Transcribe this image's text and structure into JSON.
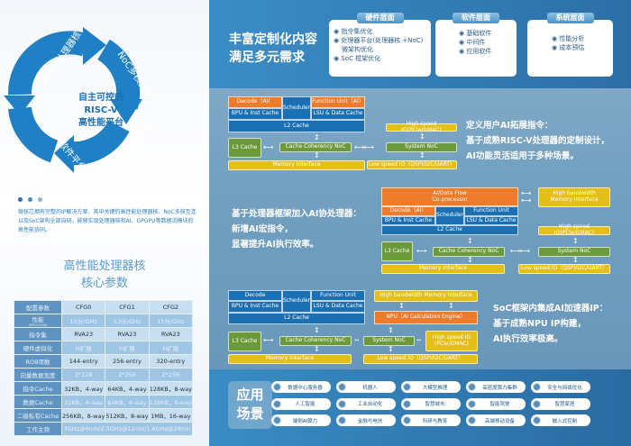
{
  "left": {
    "cycle": {
      "center": [
        "自主可控的",
        "RISC-V",
        "高性能平台"
      ],
      "segments": [
        "高性能处理器核",
        "NoC多核互连",
        "SoC架构",
        "软件平台"
      ]
    },
    "intro": "微核芯拥有完整的IP解决方案，其中关键的高性能处理器核、NoC多核互连以及SoC架构全部自研，能够实现处理器核和AI、GPGPU等数据流模块的高性能协同。",
    "title": [
      "高性能处理器核",
      "核心参数"
    ],
    "table": {
      "header": [
        "配置参数",
        "CFG0",
        "CFG1",
        "CFG2"
      ],
      "rows": [
        {
          "label": "性能",
          "sub": "(SPEC2006)",
          "values": [
            "10分/GHz",
            "13分/GHz",
            "15分/GHz"
          ]
        },
        {
          "label": "指令集",
          "values": [
            "RVA23",
            "RVA23",
            "RVA23"
          ]
        },
        {
          "label": "硬件虚拟化",
          "values": [
            "H扩展",
            "H扩展",
            "H扩展"
          ]
        },
        {
          "label": "ROB项数",
          "values": [
            "144-entry",
            "256-entry",
            "320-entry"
          ]
        },
        {
          "label": "向量数据宽度",
          "values": [
            "2*128",
            "2*256",
            "2*256"
          ]
        },
        {
          "label": "指令Cache",
          "values": [
            "32KB，4-way",
            "64KB，4-way",
            "128KB，8-way"
          ]
        },
        {
          "label": "数据Cache",
          "values": [
            "32KB，4-way",
            "64KB，4-way",
            "128KB，8-way"
          ]
        },
        {
          "label": "二级私有Cache",
          "values": [
            "256KB，8-way",
            "512KB，8-way",
            "1MB，16-way"
          ]
        },
        {
          "label": "工作主频",
          "span": "3GHz@6nm/2.5GHz@12nm/1.6GHz@28nm"
        }
      ]
    }
  },
  "header": {
    "title": [
      "丰富定制化内容",
      "满足多元需求"
    ],
    "cards": [
      {
        "title": "硬件层面",
        "items": [
          "指令集优化",
          "处理器平台(处理器核 +NoC)",
          "微架构优化",
          "SoC 框架优化"
        ]
      },
      {
        "title": "软件层面",
        "items": [
          "基础软件",
          "中间件",
          "应用软件"
        ]
      },
      {
        "title": "系统层面",
        "items": [
          "性能分析",
          "成本预估"
        ]
      }
    ]
  },
  "d": {
    "decode_ai": "Decode（AI）",
    "decode": "Decode",
    "scheduler": "Scheduler",
    "fu_ai": "Function Unit（AI）",
    "fu": "Function Unit",
    "bpu": "BPU & Inst Cache",
    "lsu": "LSU & Data Cache",
    "l2": "L2 Cache",
    "l3": "L3 Cache",
    "ccnoc": "Cache Coherency NoC",
    "mem": "Memory Interface",
    "hsio": "High speed IO(PCIe/GMAC)",
    "hsio2": [
      "High speed IO",
      "(PCIe/GMAC)"
    ],
    "sysnoc": "System NoC",
    "lsio": "Low speed IO（QSPI/I2C/UART）",
    "aiflow": [
      "AI/Data Flow",
      "Co-processor"
    ],
    "hbm": [
      "High bandwidth",
      "Memory Interface"
    ],
    "hbm1": "High bandwidth Memory Interface",
    "npu": "NPU（AI Calculation Engine）"
  },
  "desc": {
    "d1": [
      "定义用户AI拓展指令：",
      "基于成熟RISC-V处理器的定制设计，",
      "AI功能灵活适用于多种场景。"
    ],
    "d2": [
      "基于处理器框架加入AI协处理器：",
      "新增AI宏指令，",
      "显著提升AI执行效率。"
    ],
    "d3": [
      "SoC框架内集成AI加速器IP：",
      "基于成熟NPU IP构建，",
      "AI执行效率极高。"
    ]
  },
  "apps": {
    "title": [
      "应用",
      "场景"
    ],
    "items": [
      "数据中心服务器",
      "机器人",
      "大模型推理",
      "高密度算力集群",
      "安全与网络优化",
      "人工智能",
      "工业自动化",
      "智慧城市",
      "智能驾驶",
      "智慧家居",
      "端侧AI算力",
      "金融与电信",
      "科研与教育",
      "高端移动设备",
      "嵌入式控制"
    ]
  }
}
